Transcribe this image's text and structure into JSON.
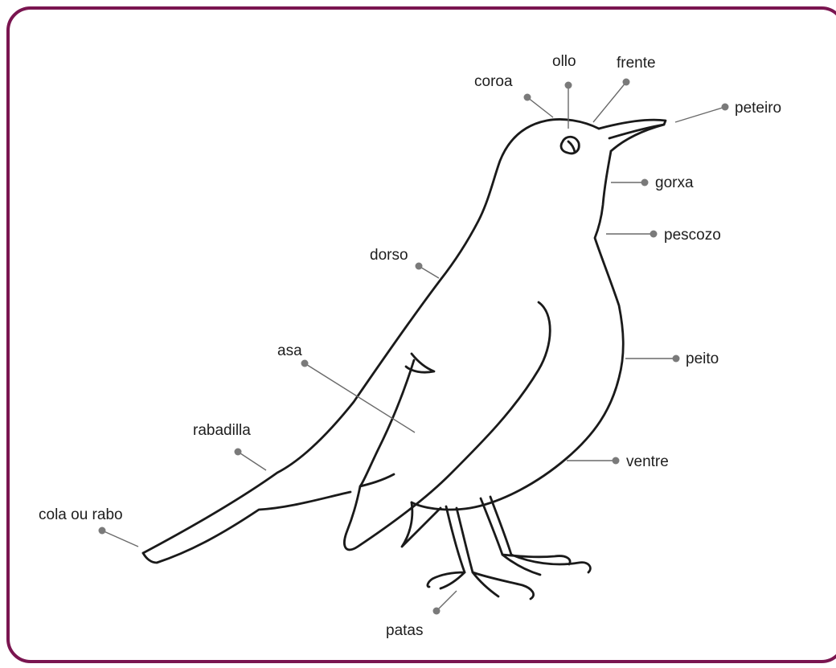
{
  "colors": {
    "frame": "#7a1550",
    "outline": "#1a1a1a",
    "leader": "#6a6a6a",
    "dot": "#7a7a7a",
    "text": "#1e1e1e"
  },
  "labels": {
    "coroa": "coroa",
    "ollo": "ollo",
    "frente": "frente",
    "peteiro": "peteiro",
    "gorxa": "gorxa",
    "pescozo": "pescozo",
    "dorso": "dorso",
    "peito": "peito",
    "asa": "asa",
    "rabadilla": "rabadilla",
    "ventre": "ventre",
    "cola": "cola ou rabo",
    "patas": "patas"
  }
}
